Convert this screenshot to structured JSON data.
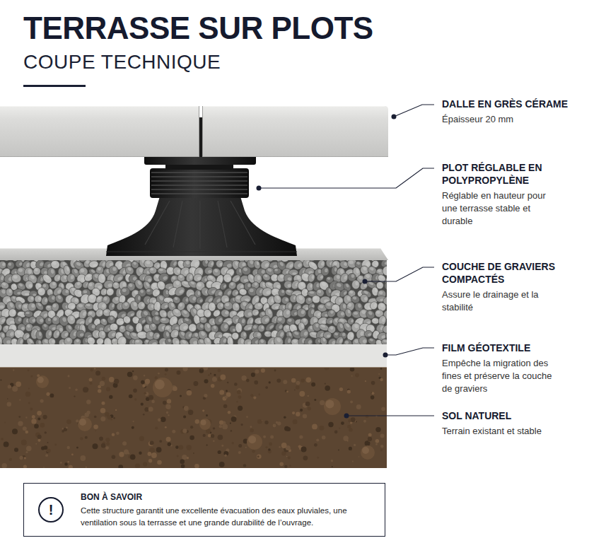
{
  "diagram": {
    "title": "TERRASSE SUR PLOTS",
    "nodes": [
      {
        "text": [
          "BON À SAVOIR",
          "Cette structure garantit une excellente évacuation des eaux pluviales, une ventilation sous la terrasse et une grande durabilité de l’ouvrage."
        ]
      },
      {
        "text": [
          "!"
        ],
        "in": 0
      }
    ],
    "labels": [
      "COUPE TECHNIQUE",
      "DALLE EN GRÈS CÉRAME",
      "Épaisseur 20 mm",
      "PLOT RÉGLABLE EN POLYPROPYLÈNE",
      "Réglable en hauteur pour une terrasse stable et durable",
      "COUCHE DE GRAVIERS COMPACTÉS",
      "Assure le drainage et la stabilité",
      "FILM GÉOTEXTILE",
      "Empêche la migration des fines et préserve la couche de graviers",
      "SOL NATUREL",
      "Terrain existant et stable"
    ]
  }
}
